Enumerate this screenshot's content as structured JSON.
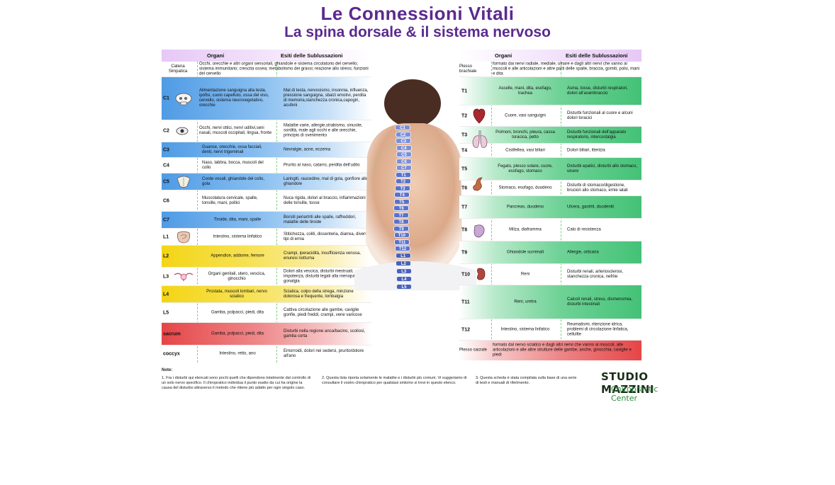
{
  "title": "Le Connessioni Vitali",
  "subtitle": "La spina dorsale & il sistema nervoso",
  "header": {
    "organi": "Organi",
    "esiti": "Esiti delle Sublussazioni"
  },
  "left_rows": [
    {
      "label": "Catena Simpatica",
      "organi": "Occhi, orecchie e altri organi sensoriali, ghiandole e sistema circolatorio del cervello; sistema immunitario; crescita ossea; metabolismo dei grassi; reazione allo stress; funzioni del cervello",
      "esiti": ""
    },
    {
      "label": "C1",
      "organi": "Alimentazione sanguigna alla testa, ipofisi, cuoio capelluto, ossa del viso, cervello, sistema neurovegetativo, orecchie",
      "esiti": "Mal di testa, nervosismo, insonnia, influenza, pressione sanguigna, sbalzi emotivi, perdita di memoria,stanchezza cronica,capogiri, acufeni"
    },
    {
      "label": "C2",
      "organi": "Occhi, nervi ottici, nervi uditivi,seni nasali, muscoli occipitali, lingua, fronte",
      "esiti": "Malattie varie, allergie,strabismo, sinusite, sordità, male agli occhi e alle orecchie, principio di svenimento"
    },
    {
      "label": "C3",
      "organi": "Guance, orecchie, ossa facciali, denti, nervi trigeminali",
      "esiti": "Nevralgie, acne, eczema"
    },
    {
      "label": "C4",
      "organi": "Naso, labbra, bocca, muscoli del collo",
      "esiti": "Prurito al naso, catarro, perdita dell'udito"
    },
    {
      "label": "C5",
      "organi": "Corde vocali, ghiandole del collo, gola",
      "esiti": "Laringiti, raucedine, mal di gola, gonfiore alle ghiandole"
    },
    {
      "label": "C6",
      "organi": "Muscolatura cervicale, spalle, tonsille, mani, pollici",
      "esiti": "Nuca rigida, dolori al braccio, infiammazioni delle tonsille, tosse"
    },
    {
      "label": "C7",
      "organi": "Tiroide, dita, mani, spalle",
      "esiti": "Borsiti periartriti alle spalle, raffreddori, malattie delle tiroide"
    },
    {
      "label": "L1",
      "organi": "Intestino, sistema linfatico",
      "esiti": "Stitichezza, coliti, dissenteria, diarrea, diversi tipi di ernia"
    },
    {
      "label": "L2",
      "organi": "Appendice, addome, femore",
      "esiti": "Crampi, iperacidità, insufficienza venosa, enuresi notturna"
    },
    {
      "label": "L3",
      "organi": "Organi genitali, utero, vescica, ginocchio",
      "esiti": "Dolori alla vescica, disturbi mestruali, impotenza, disturbi legati alla menopausa, gonalgia"
    },
    {
      "label": "L4",
      "organi": "Prostata, muscoli lombari, nervo sciatico",
      "esiti": "Sciatica, colpo della strega, minzione dolorosa e frequente, lombalgia"
    },
    {
      "label": "L5",
      "organi": "Gamba, polpacci, piedi, dita",
      "esiti": "Cattiva circolazione alle gambe, caviglie gonfie, piedi freddi, crampi, vene varicose"
    },
    {
      "label": "sacrum",
      "organi": "Gamba, polpacci, piedi, dita",
      "esiti": "Disturbi nella regione anca/bacino, scoliosi, gamba corta"
    },
    {
      "label": "coccyx",
      "organi": "Intestino, retto, ano",
      "esiti": "Emorroidi, dolori nei sedersi, prurito/dolore all'ano"
    }
  ],
  "right_rows": [
    {
      "label": "Plesso brachiale",
      "organi": "formato dai nervi radiale, mediale, ulnare e dagli altri nervi che vanno ai muscoli e alle articolazioni e altre parti delle spalle, braccia, gomiti, polsi, mani e dita",
      "esiti": ""
    },
    {
      "label": "T1",
      "organi": "Ascelle, mani, dita, esofago, trachea",
      "esiti": "Asma, tosse, disturbi respiratori, dolori all'avambraccio"
    },
    {
      "label": "T2",
      "organi": "Cuore, vasi sanguigni",
      "esiti": "Disturbi funzionali al cuore e alcuni dolori toracici"
    },
    {
      "label": "T3",
      "organi": "Polmoni, bronchi, pleura, cassa toracica, petto",
      "esiti": "Disturbi funzionali dell'apparato respiratorio, intercostalgia"
    },
    {
      "label": "T4",
      "organi": "Cistifellea, vasi biliari",
      "esiti": "Dolori biliari, itterizia"
    },
    {
      "label": "T5",
      "organi": "Fegato, plesso solare, cuore, esofago, stomaco",
      "esiti": "Disturbi epatici, disturbi allo stomaco, ulcere"
    },
    {
      "label": "T6",
      "organi": "Stomaco, esofago, duodeno",
      "esiti": "Disturbi di stomaco/digestione, bruciori allo stomaco, ernie iatali"
    },
    {
      "label": "T7",
      "organi": "Pancreas, duodeno",
      "esiti": "Ulcera, gastriti, duodeniti"
    },
    {
      "label": "T8",
      "organi": "Milza, diaframma",
      "esiti": "Calo di resistenza"
    },
    {
      "label": "T9",
      "organi": "Ghiandole surrenali",
      "esiti": "Allergie, orticaria"
    },
    {
      "label": "T10",
      "organi": "Reni",
      "esiti": "Disturbi renali, arteriosclerosi, stanchezza cronica, nefrite"
    },
    {
      "label": "T11",
      "organi": "Reni, uretra",
      "esiti": "Calcoli renali, stress, dismenorrea, disturbi intestinali"
    },
    {
      "label": "T12",
      "organi": "Intestino, sistema linfatico",
      "esiti": "Reumatismi, ritenzione idrica, problemi di circolazione linfatica, cellulite"
    },
    {
      "label": "Plesso sacrale",
      "organi": "formato dal nervo sciatico e dagli altri nervi che vanno ai muscoli, alle articolazioni e alle altre strutture delle gambe, anche, ginocchia, caviglie e piedi",
      "esiti": ""
    }
  ],
  "notes": {
    "title": "Note:",
    "n1": "1. Fra i disturbi qui elencati sono pochi quelli che dipendono totalmente dal controllo di un solo nervo specifico. Il chiropratico individua il punto esatto da cui ha origine la causa del disturbo attraverso il metodo che ritiene più adatto per ogni singolo caso.",
    "n2": "2. Questa lista riporta solamente le malattie e i disturbi più comuni. Vi suggeriamo di consultare il vostro chiropratico per qualsiasi sintomo si trovi in questo elenco.",
    "n3": "3. Questa scheda è stata compilata sulla base di una serie di testi e manuali di riferimento."
  },
  "logo": {
    "line1": "STUDIO MAZZINI",
    "line2": "Chiropractic Center"
  },
  "spine": {
    "cervical": [
      "C1",
      "C2",
      "C3",
      "C4",
      "C5",
      "C6",
      "C7"
    ],
    "thoracic": [
      "T1",
      "T2",
      "T3",
      "T4",
      "T5",
      "T6",
      "T7",
      "T8",
      "T9",
      "T10",
      "T11",
      "T12"
    ],
    "lumbar": [
      "L1",
      "L2",
      "L3",
      "L4",
      "L5"
    ]
  },
  "colors": {
    "title": "#5b2a8f",
    "blue": "#4f9be5",
    "yellow": "#f3d514",
    "red": "#e64547",
    "green": "#44c277"
  }
}
